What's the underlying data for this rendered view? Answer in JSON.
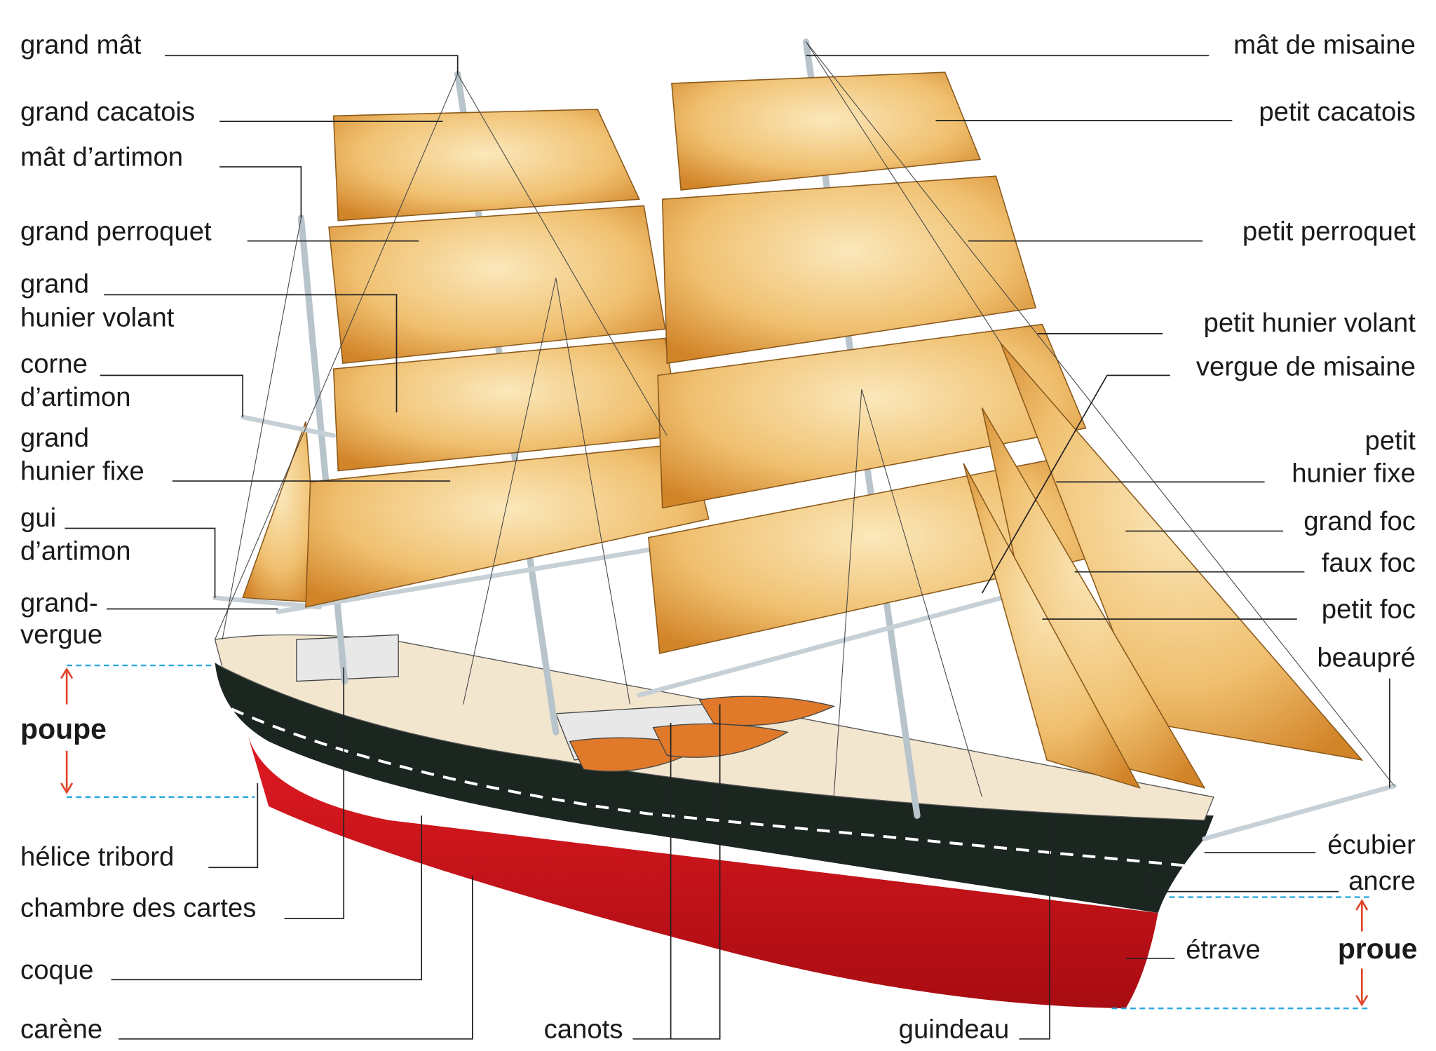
{
  "left_labels": {
    "grand_mat": "grand mât",
    "grand_cacatois": "grand cacatois",
    "mat_artimon": "mât d’artimon",
    "grand_perroquet": "grand perroquet",
    "grand_hunier_volant_1": "grand",
    "grand_hunier_volant_2": "hunier volant",
    "corne_artimon_1": "corne",
    "corne_artimon_2": "d’artimon",
    "grand_hunier_fixe_1": "grand",
    "grand_hunier_fixe_2": "hunier fixe",
    "gui_artimon_1": "gui",
    "gui_artimon_2": "d’artimon",
    "grand_vergue_1": "grand-",
    "grand_vergue_2": "vergue",
    "poupe": "poupe",
    "helice_tribord": "hélice tribord",
    "chambre_des_cartes": "chambre des cartes",
    "coque": "coque",
    "carene": "carène"
  },
  "bottom_labels": {
    "canots": "canots",
    "guindeau": "guindeau"
  },
  "right_labels": {
    "mat_de_misaine": "mât de misaine",
    "petit_cacatois": "petit cacatois",
    "petit_perroquet": "petit perroquet",
    "petit_hunier_volant": "petit hunier volant",
    "vergue_de_misaine": "vergue de misaine",
    "petit_hunier_fixe_1": "petit",
    "petit_hunier_fixe_2": "hunier fixe",
    "grand_foc": "grand foc",
    "faux_foc": "faux foc",
    "petit_foc": "petit foc",
    "beaupre": "beaupré",
    "ecubier": "écubier",
    "ancre": "ancre",
    "etrave": "étrave",
    "proue": "proue"
  },
  "colors": {
    "sail_light": "#f8e0a8",
    "sail_dark": "#d98b2b",
    "hull_red": "#d0121b",
    "hull_black": "#1c2620",
    "dimension_line": "#29a8e0",
    "arrow": "#e0442a"
  }
}
